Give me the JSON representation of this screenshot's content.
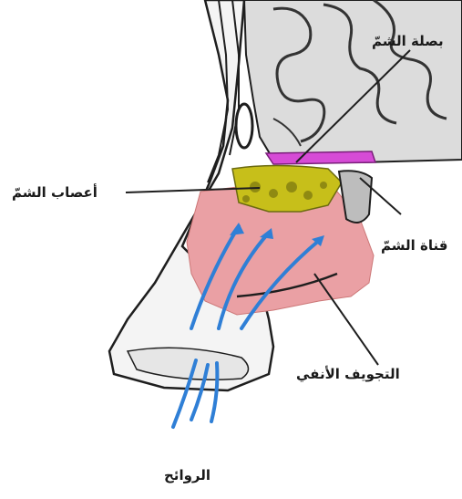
{
  "labels": {
    "olfactory_bulb": "بصلة الشمّ",
    "olfactory_nerves": "أعصاب الشمّ",
    "olfactory_tract": "قناة الشمّ",
    "nasal_cavity": "التجويف الأنفي",
    "odors": "الروائح"
  },
  "colors": {
    "bulb": "#d64bd6",
    "nerves": "#c9c21c",
    "mucosa": "#e9999c",
    "airflow": "#2f7fd6",
    "bone": "#f2f2f2",
    "brain": "#d9d9d9",
    "outline": "#1e1e1e"
  }
}
